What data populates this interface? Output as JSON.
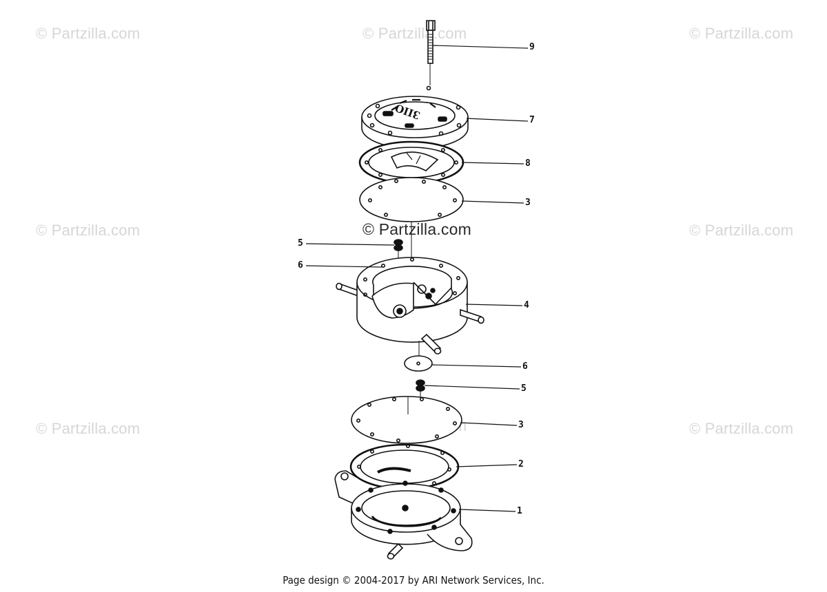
{
  "watermark": "© Partzilla.com",
  "footer": "Page design © 2004-2017 by ARI Network Services, Inc.",
  "callouts": {
    "c9": "9",
    "c7": "7",
    "c8": "8",
    "c3_top": "3",
    "c5_top": "5",
    "c6_top": "6",
    "c4": "4",
    "c6_bottom": "6",
    "c5_bottom": "5",
    "c3_bottom": "3",
    "c2": "2",
    "c1": "1"
  },
  "cover_lettering": "3IIO"
}
